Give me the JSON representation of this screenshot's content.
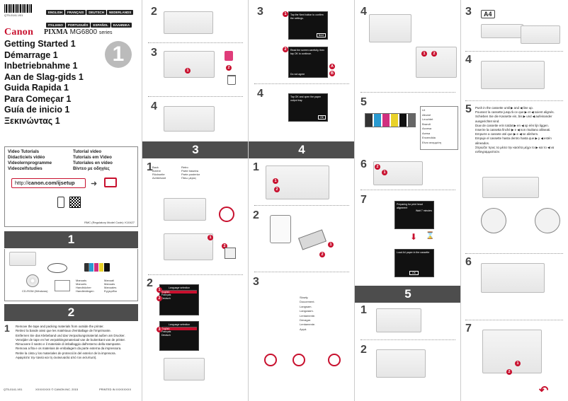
{
  "cover": {
    "barcode_number": "QT5-0141-V01",
    "languages_row1": [
      "ENGLISH",
      "FRANÇAIS",
      "DEUTSCH",
      "NEDERLANDS"
    ],
    "languages_row2": [
      "ITALIANO",
      "PORTUGUÊS",
      "ESPAÑOL",
      "ΕΛΛΗΝΙΚΑ"
    ],
    "brand": "Canon",
    "model_prefix": "PIXMA",
    "model": "MG6800",
    "model_suffix": "series",
    "big_number": "1",
    "titles": [
      "Getting Started 1",
      "Démarrage 1",
      "Inbetriebnahme 1",
      "Aan de Slag-gids 1",
      "Guida Rapida 1",
      "Para Começar 1",
      "Guía de inicio 1",
      "Ξεκινώντας 1"
    ],
    "video_col1": [
      "Video Tutorials",
      "Didacticiels vidéo",
      "Videolernprogramme",
      "Videozelfstudies"
    ],
    "video_col2": [
      "Tutorial video",
      "Tutoriais em Vídeo",
      "Tutoriales en vídeo",
      "Βίντεο με οδηγίες"
    ],
    "url_prefix": "http://",
    "url_bold": "canon.com/ijsetup",
    "rmc": "RMC (Regulatory Model Code): K10427"
  },
  "section1": {
    "number": "1",
    "cd_label": "CD-ROM (Windows)",
    "manuals_col1": [
      "Manuals",
      "Manuels",
      "Handbücher",
      "Handleidingen"
    ],
    "manuals_col2": [
      "Manuali",
      "Manuais",
      "Manuales",
      "Εγχειρίδιο"
    ]
  },
  "section2": {
    "number": "2",
    "step": "1",
    "instructions": [
      "Remove the tape and packing materials from outside the printer.",
      "Retirez la bande ainsi que les matériaux d'emballage de l'imprimante.",
      "Entfernen Sie das Klebeband und das Verpackungsmaterial außen am Drucker.",
      "Verwijder de tape en het verpakkingsmateriaal van de buitenkant van de printer.",
      "Rimuovere il nastro e il materiale di imballaggio dall'esterno della stampante.",
      "Remova a fita e os materiais de embalagem da parte externa da impressora.",
      "Retire la cinta y los materiales de protección del exterior de la impresora.",
      "Αφαιρέστε την ταινία και τη συσκευασία από τον εκτυπωτή."
    ]
  },
  "footer": {
    "code": "QT5-0141-V01",
    "copyright": "XXXXXXXX © CANON INC. 2015",
    "printed": "PRINTED IN XXXXXXXX"
  },
  "col2": {
    "steps": [
      "2",
      "3",
      "4"
    ],
    "section_number": "3",
    "lower_steps": [
      "1",
      "2"
    ],
    "back_col1": [
      "Back",
      "Arrière",
      "Rückseite",
      "Achterkant"
    ],
    "back_col2": [
      "Retro",
      "Parte traseira",
      "Parte posterior",
      "Πίσω μέρος"
    ],
    "screen_title": "Language selection",
    "screen_items": [
      "English",
      "Français",
      "Deutsch"
    ],
    "screen2_title": "Language selection",
    "screen2_items": [
      "English",
      "Français",
      "Deutsch"
    ]
  },
  "col3": {
    "steps": [
      "3",
      "4"
    ],
    "section_number": "4",
    "lower_steps": [
      "1",
      "2",
      "3"
    ],
    "screen1_text": "Tap the Next button to confirm the settings.",
    "screen1_button": "Next",
    "screen2_text": "Read the screen carefully, then tap OK to continue.",
    "screen2_button": "Do not agree",
    "screen3_text": "Tap OK and open the paper output tray.",
    "screen3_button": "OK",
    "slowly_words": [
      "Slowly.",
      "Doucement.",
      "Langsam.",
      "Langzaam.",
      "Lentamente.",
      "Devagar.",
      "Lentamente.",
      "Αργά."
    ]
  },
  "col4": {
    "steps": [
      "4",
      "5",
      "6",
      "7"
    ],
    "section_number": "5",
    "lower_steps": [
      "1",
      "2"
    ],
    "lit_words": [
      "Lit",
      "Allumé",
      "Leuchtet",
      "Brandt",
      "Accesa",
      "Acesa",
      "Encendida",
      "Είναι αναμμένη"
    ],
    "screen_a_title": "Preparing for print head alignment",
    "screen_a_text": "Wait 7 minutes",
    "screen_b_title": "Load A4 paper in the cassette",
    "screen_b_button": "OK"
  },
  "col5": {
    "steps": [
      "3",
      "4",
      "5",
      "6",
      "7"
    ],
    "paper_label": "A4",
    "push_text": [
      "Push in the cassette until ▶ and ◀ line up.",
      "Poussez la cassette jusqu'à ce que ▶ et ◀ soient alignés.",
      "Schieben Sie die Kassette ein, bis ▶ und ◀ aufeinander ausgerichtet sind.",
      "Duw de cassette erin totdat ▶ en ◀ op één lijn liggen.",
      "Inserire la cassetta finché ▶ e ◀ non risultano allineati.",
      "Empurre a cassete até que ▶ e ◀ se alinhem.",
      "Empuje el cassette hasta dentro hasta que ▶ y ◀ estén alineados.",
      "Σπρώξτε προς τα μέσα την κασέτα μέχρι το ▶ και το ◀ να ευθυγραμμιστούν."
    ]
  },
  "colors": {
    "canon_red": "#c8102e",
    "banner_gray": "#4d4d4d"
  }
}
